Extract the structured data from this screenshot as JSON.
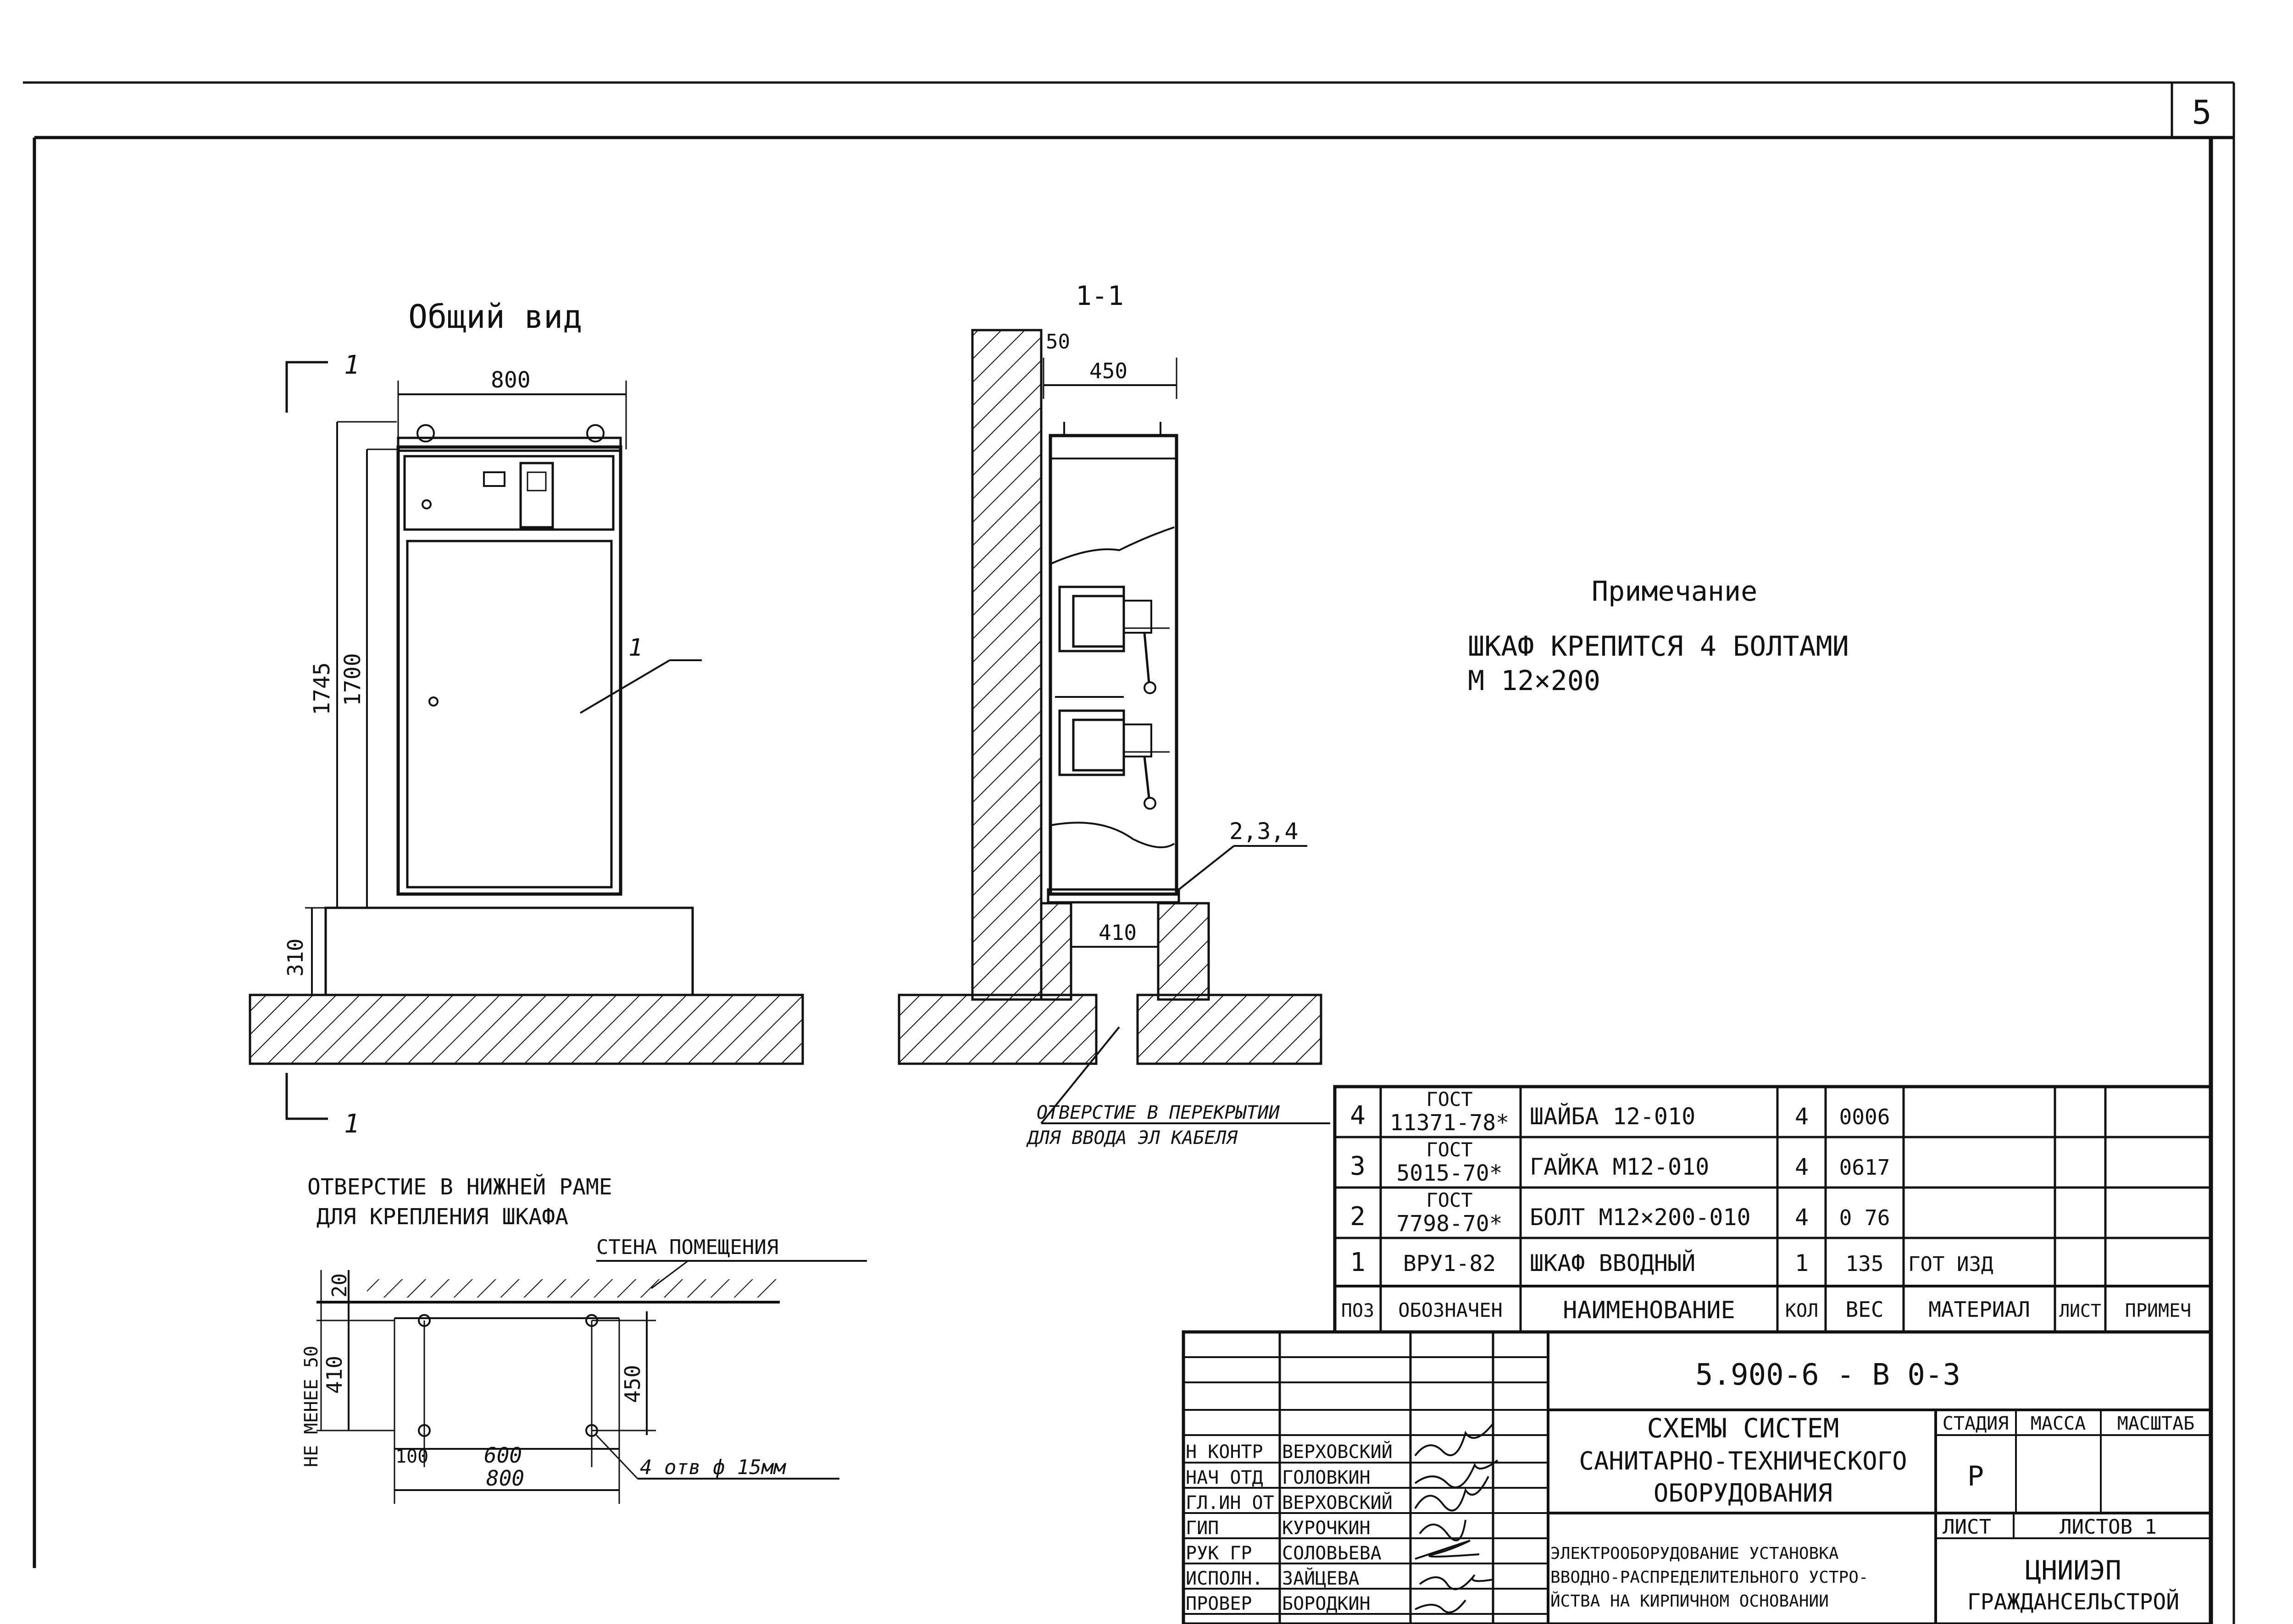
{
  "sheet_number": "5",
  "general_view": {
    "title": "Общий вид",
    "section_mark": "1",
    "width_dim": "800",
    "height_total": "1745",
    "height_body": "1700",
    "plinth_height": "310",
    "leader_label": "1"
  },
  "section_view": {
    "title": "1-1",
    "gap_dim": "50",
    "depth_dim": "450",
    "opening_dim": "410",
    "leader_label": "2,3,4",
    "floor_opening_line1": "ОТВЕРСТИЕ В ПЕРЕКРЫТИИ",
    "floor_opening_line2": "ДЛЯ ВВОДА ЭЛ КАБЕЛЯ"
  },
  "note": {
    "title": "Примечание",
    "line1": "ШКАФ КРЕПИТСЯ 4 БОЛТАМИ",
    "line2": "М 12×200"
  },
  "frame_hole_view": {
    "title_line1": "ОТВЕРСТИЕ В НИЖНЕЙ РАМЕ",
    "title_line2": "ДЛЯ КРЕПЛЕНИЯ ШКАФА",
    "wall_label": "СТЕНА ПОМЕЩЕНИЯ",
    "dim_20": "20",
    "dim_410": "410",
    "dim_450": "450",
    "dim_min50": "НЕ МЕНЕЕ 50",
    "dim_100": "100",
    "dim_600": "600",
    "dim_800": "800",
    "hole_label": "4 отв ф 15мм"
  },
  "spec_table": {
    "headers": [
      "ПОЗ",
      "ОБОЗНАЧЕН",
      "НАИМЕНОВАНИЕ",
      "КОЛ",
      "ВЕС",
      "МАТЕРИАЛ",
      "ЛИСТ",
      "ПРИМЕЧ"
    ],
    "rows": [
      {
        "pos": "4",
        "code1": "ГОСТ",
        "code2": "11371-78*",
        "name": "ШАЙБА 12-010",
        "qty": "4",
        "weight": "0006",
        "material": ""
      },
      {
        "pos": "3",
        "code1": "ГОСТ",
        "code2": "5015-70*",
        "name": "ГАЙКА М12-010",
        "qty": "4",
        "weight": "0617",
        "material": ""
      },
      {
        "pos": "2",
        "code1": "ГОСТ",
        "code2": "7798-70*",
        "name": "БОЛТ М12×200-010",
        "qty": "4",
        "weight": "0 76",
        "material": ""
      },
      {
        "pos": "1",
        "code1": "",
        "code2": "ВРУ1-82",
        "name": "ШКАФ ВВОДНЫЙ",
        "qty": "1",
        "weight": "135",
        "material": "ГОТ ИЗД"
      }
    ]
  },
  "title_block": {
    "doc_code": "5.900-6 - В 0-3",
    "title_line1": "СХЕМЫ СИСТЕМ",
    "title_line2": "САНИТАРНО-ТЕХНИЧЕСКОГО",
    "title_line3": "ОБОРУДОВАНИЯ",
    "sheet_title_line1": "ЭЛЕКТРООБОРУДОВАНИЕ УСТАНОВКА",
    "sheet_title_line2": "ВВОДНО-РАСПРЕДЕЛИТЕЛЬНОГО УСТРО-",
    "sheet_title_line3": "ЙСТВА НА КИРПИЧНОМ ОСНОВАНИИ",
    "stage_label": "СТАДИЯ",
    "mass_label": "МАССА",
    "scale_label": "МАСШТАБ",
    "stage_value": "Р",
    "sheet_label": "ЛИСТ",
    "sheets_label": "ЛИСТОВ 1",
    "org_line1": "ЦНИИЭП",
    "org_line2": "ГРАЖДАНСЕЛЬСТРОЙ",
    "people": [
      {
        "role": "Н КОНТР",
        "name": "ВЕРХОВСКИЙ"
      },
      {
        "role": "НАЧ ОТД",
        "name": "ГОЛОВКИН"
      },
      {
        "role": "ГЛ.ИН ОТ",
        "name": "ВЕРХОВСКИЙ"
      },
      {
        "role": "ГИП",
        "name": "КУРОЧКИН"
      },
      {
        "role": "РУК ГР",
        "name": "СОЛОВЬЕВА"
      },
      {
        "role": "ИСПОЛН.",
        "name": "ЗАЙЦЕВА"
      },
      {
        "role": "ПРОВЕР",
        "name": "БОРОДКИН"
      }
    ]
  }
}
